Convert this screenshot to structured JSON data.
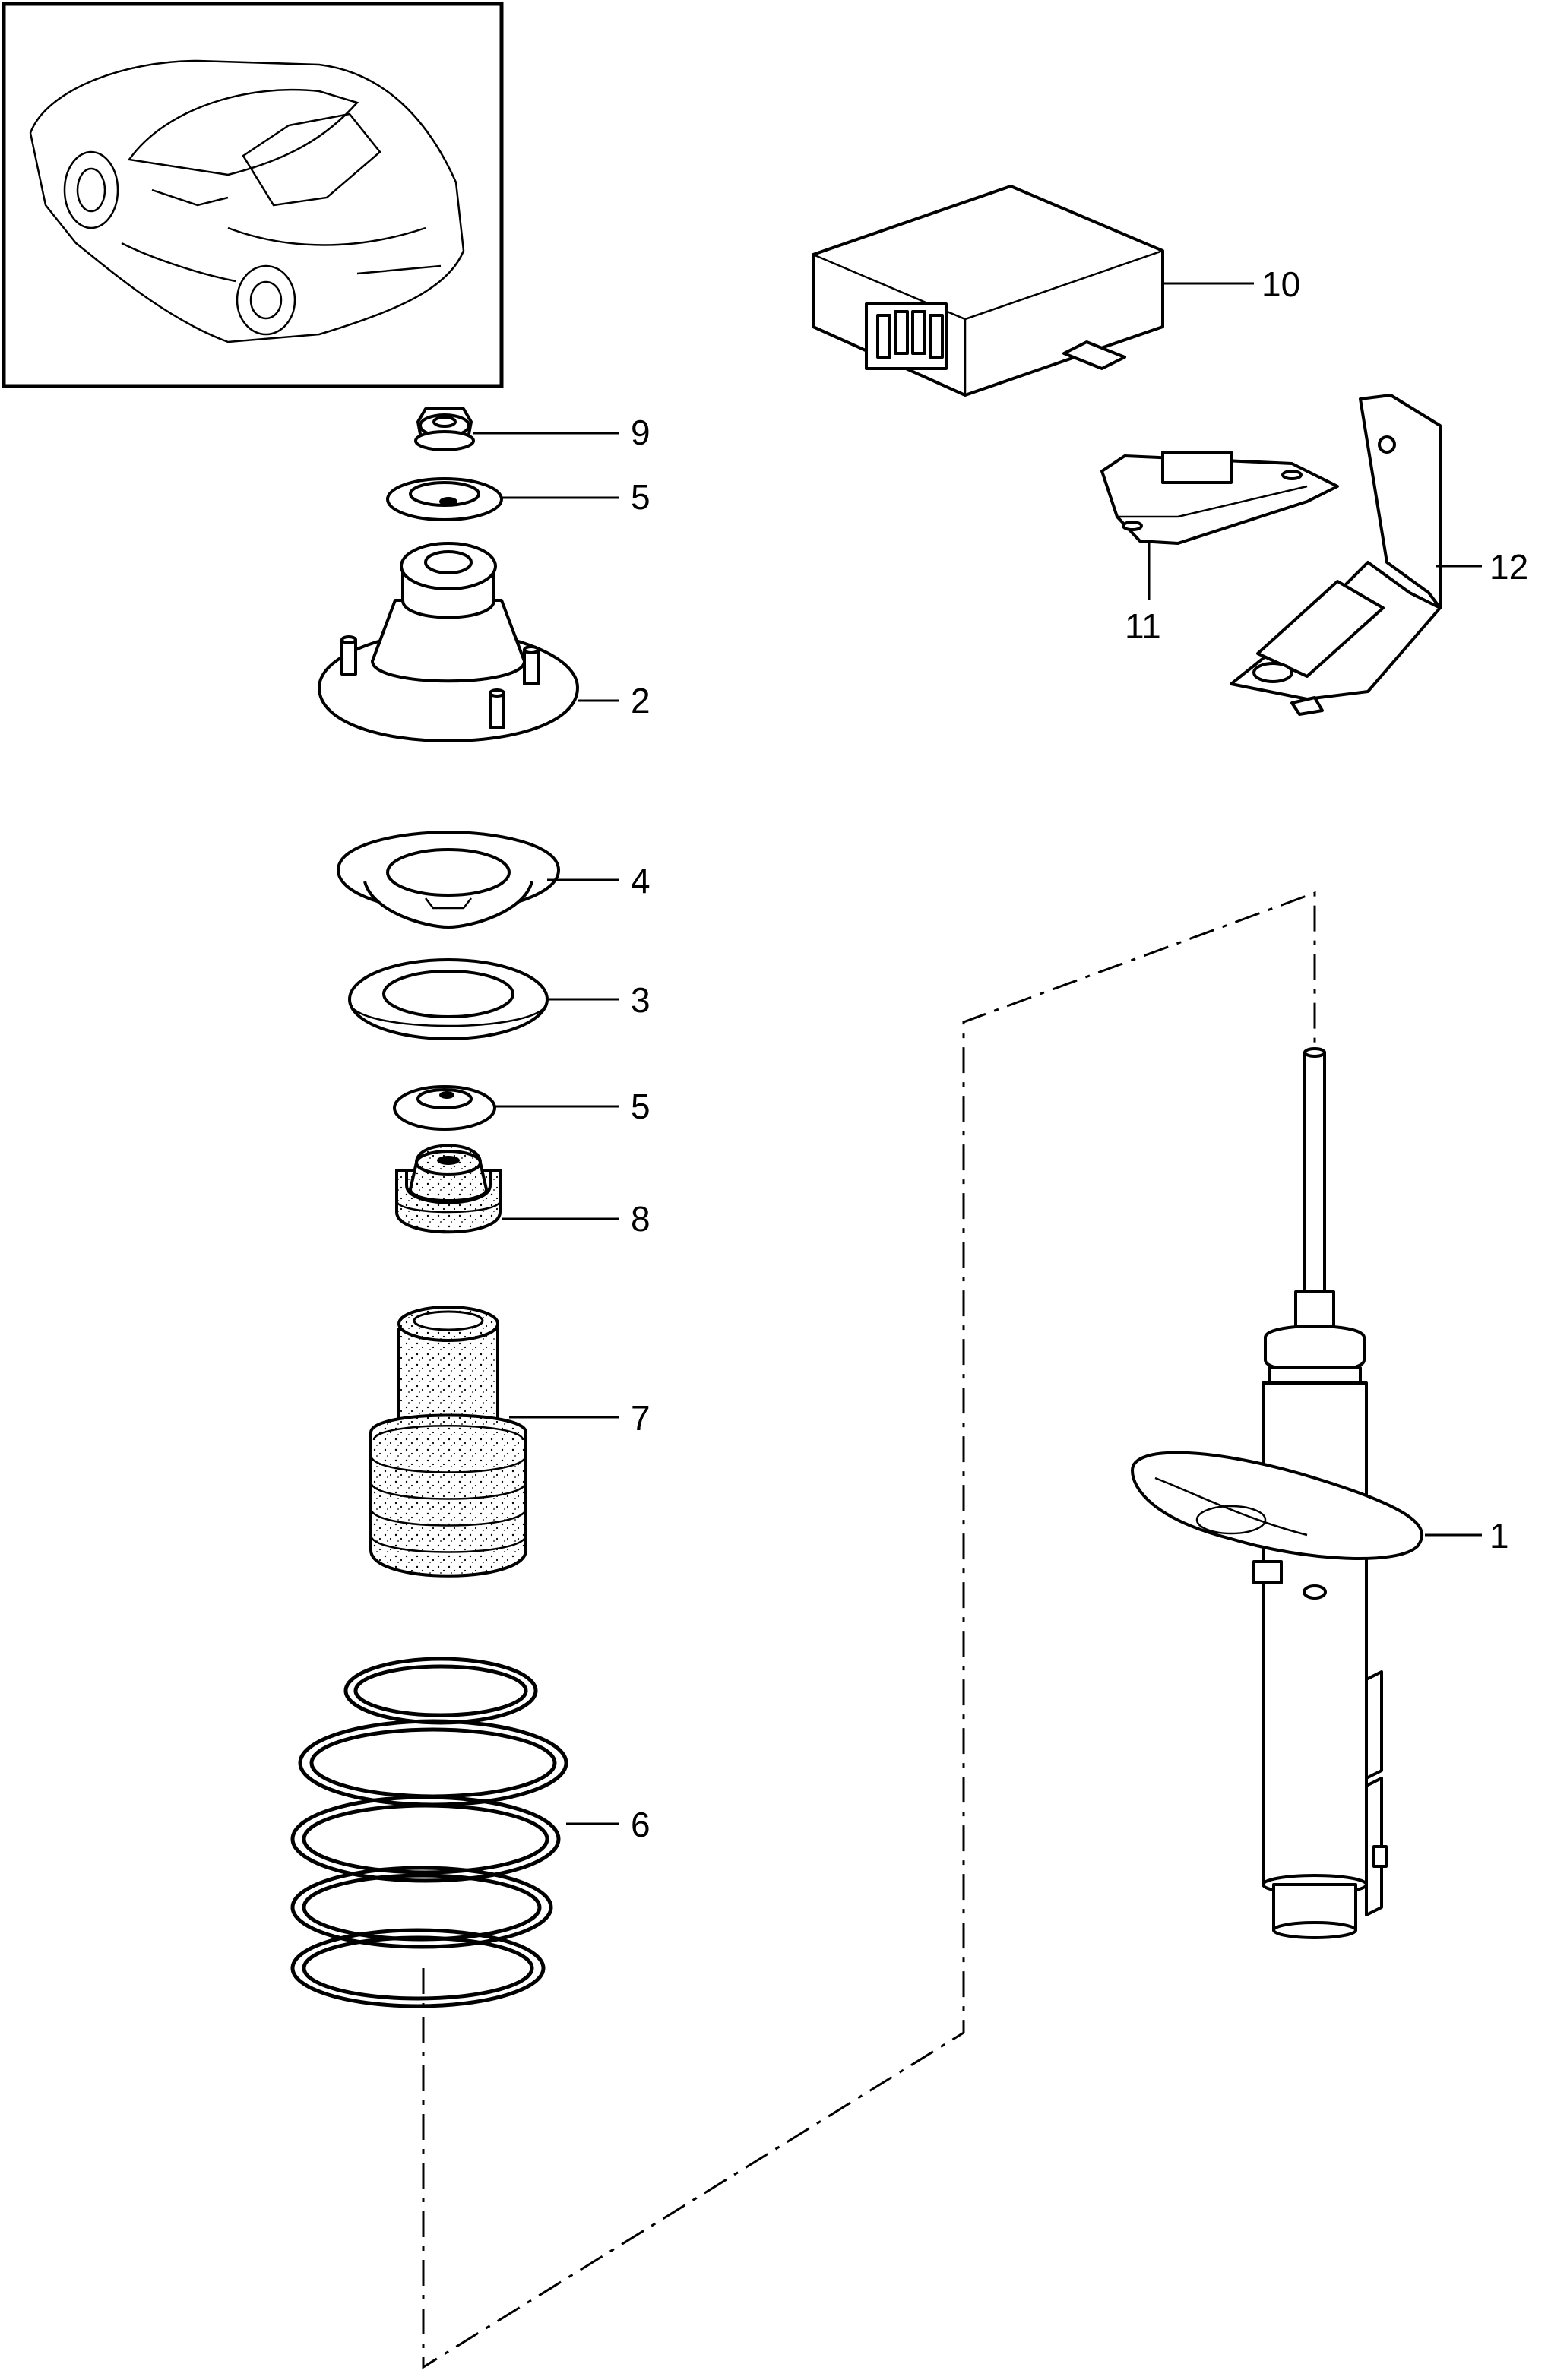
{
  "callouts": {
    "p1": "1",
    "p2": "2",
    "p3": "3",
    "p4": "4",
    "p5a": "5",
    "p5b": "5",
    "p6": "6",
    "p7": "7",
    "p8": "8",
    "p9": "9",
    "p10": "10",
    "p11": "11",
    "p12": "12"
  },
  "colors": {
    "ink": "#000000",
    "paper": "#ffffff"
  },
  "thumbnail": {
    "subject": "car-convertible-icon"
  }
}
